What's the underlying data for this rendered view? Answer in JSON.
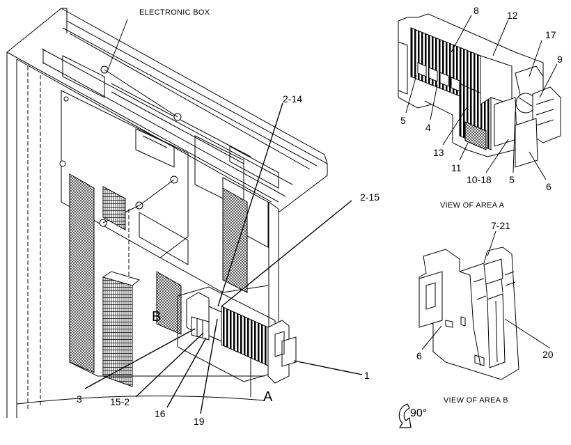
{
  "header": {
    "title": "ELECTRONIC BOX"
  },
  "main_view": {
    "area_markers": {
      "a": "A",
      "b": "B"
    },
    "callouts": {
      "c_2_14": "2-14",
      "c_2_15": "2-15",
      "c_1": "1",
      "c_3": "3",
      "c_15_2": "15-2",
      "c_16": "16",
      "c_19": "19"
    }
  },
  "view_a": {
    "caption": "VIEW OF AREA A",
    "callouts": {
      "c_8": "8",
      "c_12": "12",
      "c_17": "17",
      "c_9": "9",
      "c_5_left": "5",
      "c_4": "4",
      "c_13": "13",
      "c_11": "11",
      "c_10_18": "10-18",
      "c_5_right": "5",
      "c_6": "6"
    }
  },
  "view_b": {
    "caption": "VIEW OF AREA B",
    "callouts": {
      "c_7_21": "7-21",
      "c_6": "6",
      "c_20": "20"
    }
  },
  "rotation": {
    "label": "90°",
    "icon": "rotate-arrow-icon"
  }
}
